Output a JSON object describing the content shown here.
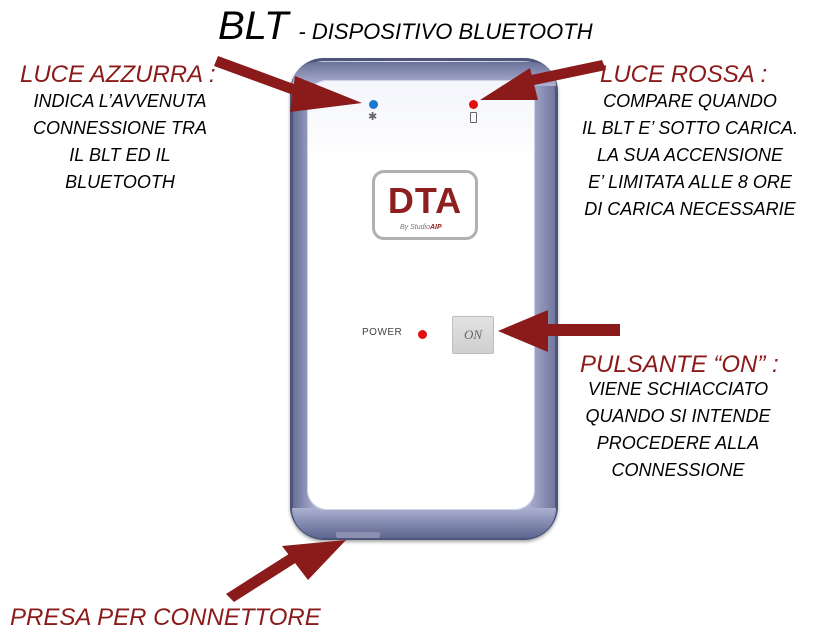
{
  "title": {
    "main": "BLT",
    "sub": "- DISPOSITIVO BLUETOOTH"
  },
  "blue_light": {
    "heading": "LUCE AZZURRA :",
    "lines": [
      "INDICA L’AVVENUTA",
      "CONNESSIONE TRA",
      "IL BLT ED IL",
      "BLUETOOTH"
    ]
  },
  "red_light": {
    "heading": "LUCE ROSSA :",
    "lines": [
      "COMPARE QUANDO",
      "IL BLT E’ SOTTO CARICA.",
      "LA SUA ACCENSIONE",
      "E’ LIMITATA ALLE 8 ORE",
      "DI CARICA NECESSARIE"
    ]
  },
  "on_button": {
    "heading": "PULSANTE “ON” :",
    "lines": [
      "VIENE SCHIACCIATO",
      "QUANDO SI INTENDE",
      "PROCEDERE ALLA",
      "CONNESSIONE"
    ]
  },
  "connector": {
    "label": "PRESA PER CONNETTORE"
  },
  "device": {
    "logo": "DTA",
    "logo_by": "By Studio",
    "logo_brand": "AIP",
    "power_label": "POWER",
    "on_label": "ON"
  },
  "colors": {
    "heading": "#8b1a1a",
    "arrow": "#8b1a1a",
    "led_blue": "#1976d2",
    "led_red": "#e01010"
  }
}
